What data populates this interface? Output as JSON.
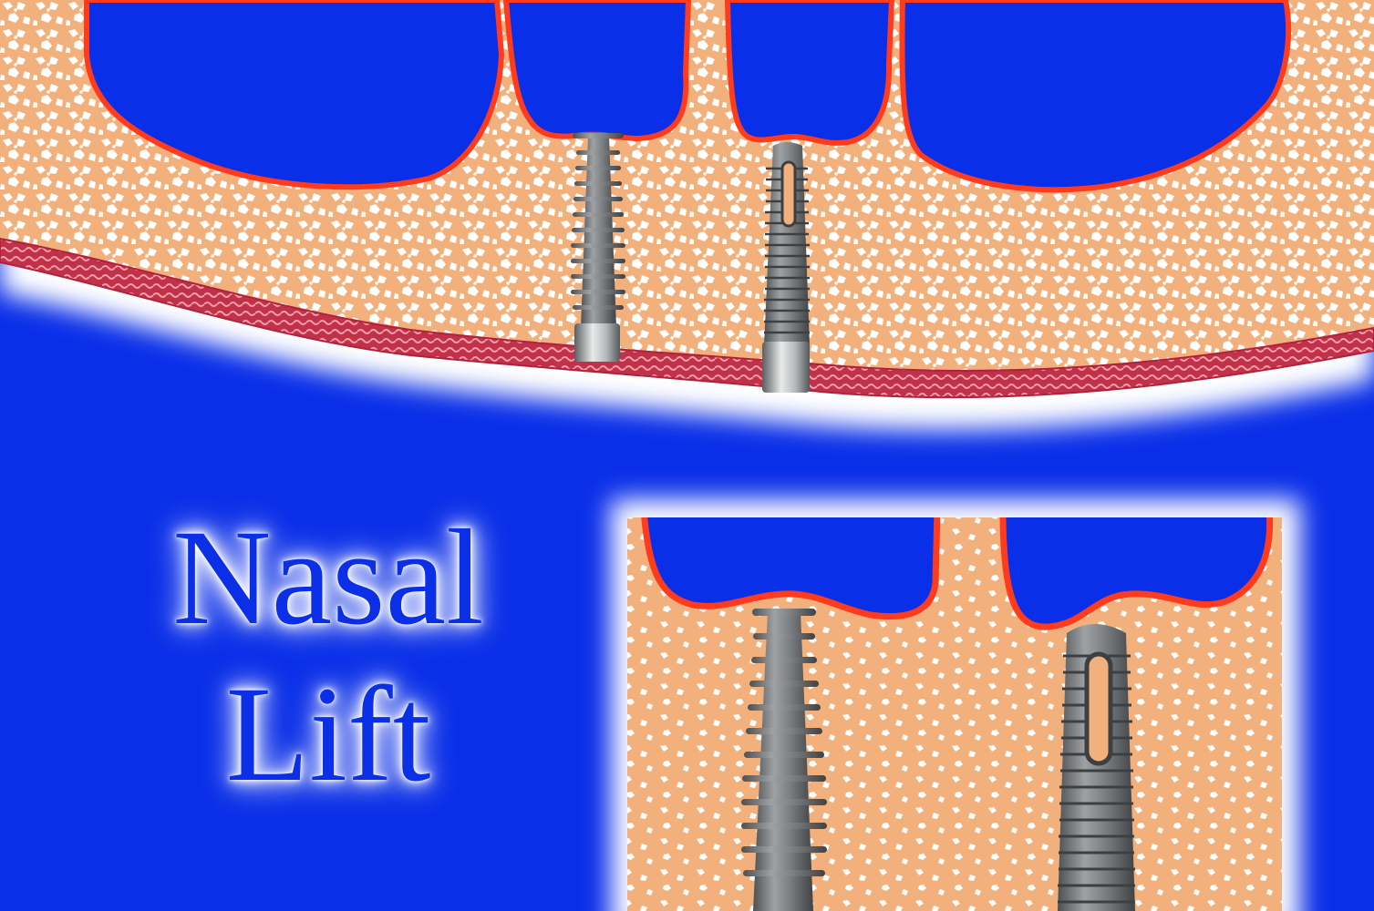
{
  "title": {
    "line1": "Nasal",
    "line2": "Lift"
  },
  "colors": {
    "background": "#0a2fe8",
    "cavity": "#0a2fe8",
    "bone": "#f2b07c",
    "cortical_outline": "#ff3b1e",
    "nasal_mucosa": "#c0324a",
    "mucosa_light": "#f4a0a8",
    "implant_metal": "#7a7e80",
    "title_text": "#0b2fe6",
    "title_glow": "#ffffff"
  },
  "illustration": {
    "main_panel": "cross-section-bone-with-two-implants",
    "inset_panel": "magnified-detail-of-implants",
    "implants": [
      "tapered-finned-implant",
      "threaded-vented-implant"
    ]
  }
}
